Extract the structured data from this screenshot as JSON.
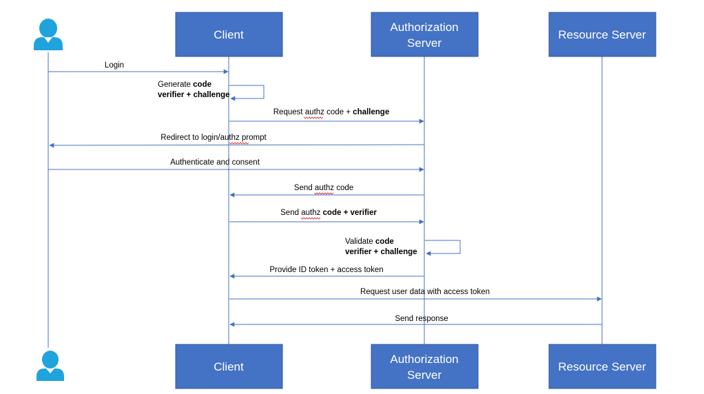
{
  "colors": {
    "box_fill": "#4472c4",
    "box_border": "#2f5597",
    "line": "#4472c4",
    "actor": "#1fa3dc",
    "spell_underline": "#d21f1f"
  },
  "actor": {
    "icon": "user-icon"
  },
  "participants": {
    "client": "Client",
    "authz_line1": "Authorization",
    "authz_line2": "Server",
    "resource": "Resource Server"
  },
  "messages": {
    "login": "Login",
    "generate": {
      "pre": "Generate ",
      "bold1": "code",
      "bold2": "verifier + challenge"
    },
    "request_code": {
      "pre": "Request ",
      "word": "authz",
      "mid": " code + ",
      "bold": "challenge"
    },
    "redirect": {
      "pre": "Redirect to login/",
      "word": "authz",
      "post": " prompt"
    },
    "authenticate": "Authenticate and consent",
    "send_code": {
      "pre": "Send ",
      "word": "authz",
      "post": " code"
    },
    "send_code_verifier": {
      "pre": "Send ",
      "word": "authz",
      "bold": " code + verifier"
    },
    "validate": {
      "pre": "Validate ",
      "bold1": "code",
      "bold2": "verifier + challenge"
    },
    "provide_tokens": "Provide ID token + access token",
    "request_user_data": "Request user data with access token",
    "send_response": "Send response"
  }
}
